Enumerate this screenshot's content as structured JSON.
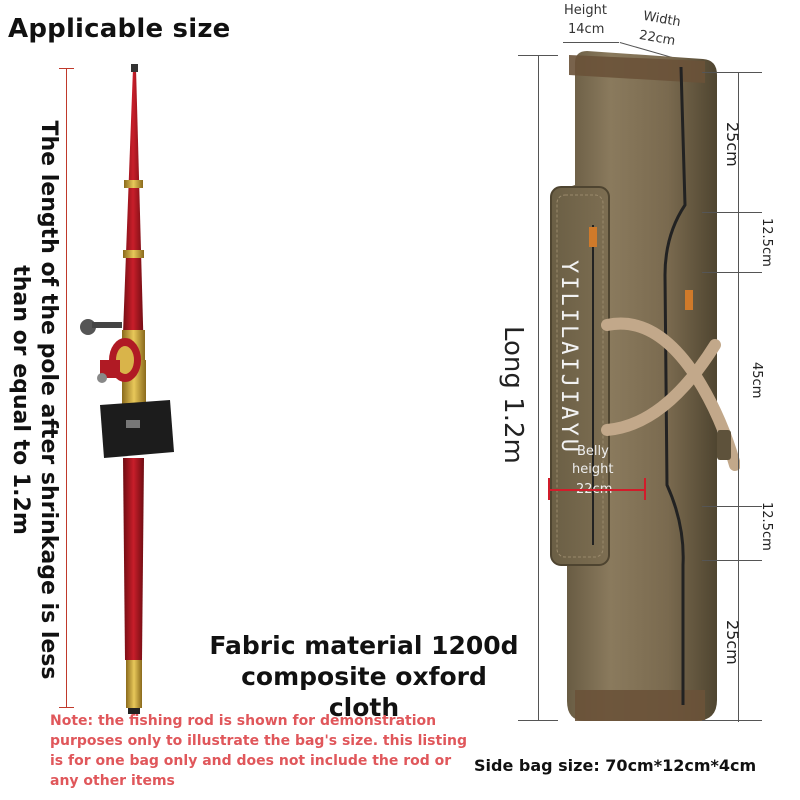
{
  "title": "Applicable size",
  "pole_description": "The length of the pole after shrinkage is less than or equal to 1.2m",
  "dimensions": {
    "height_label": "Height",
    "height_value": "14cm",
    "width_label": "Width",
    "width_value": "22cm",
    "long_label": "Long 1.2m",
    "segments": [
      "25cm",
      "12.5cm",
      "45cm",
      "12.5cm",
      "25cm"
    ],
    "belly_label_1": "Belly",
    "belly_label_2": "height",
    "belly_value": "22cm"
  },
  "fabric": "Fabric material 1200d composite oxford cloth",
  "note": "Note: the fishing rod is shown for demonstration purposes only to illustrate the bag's size. this listing is for one bag only and does not include the rod or any other items",
  "side_bag": "Side bag size: 70cm*12cm*4cm",
  "brand_text": "YILILAIJIAYU",
  "colors": {
    "bag": "#7a6a4f",
    "rod": "#a4161f",
    "note": "#e0575b"
  }
}
